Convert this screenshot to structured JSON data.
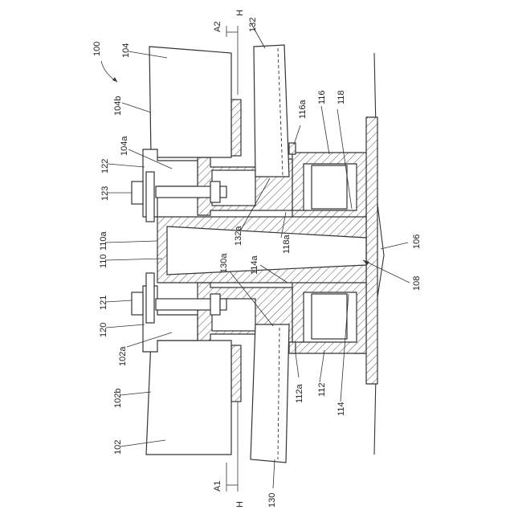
{
  "labels": {
    "l100": "100",
    "l102": "102",
    "l102a": "102a",
    "l102b": "102b",
    "l104": "104",
    "l104a": "104a",
    "l104b": "104b",
    "l106": "106",
    "l108": "108",
    "l110": "110",
    "l110a": "110a",
    "l112": "112",
    "l112a": "112a",
    "l114": "114",
    "l114a": "114a",
    "l116": "116",
    "l116a": "116a",
    "l118": "118",
    "l118a": "118a",
    "l120": "120",
    "l121": "121",
    "l122": "122",
    "l123": "123",
    "l130": "130",
    "l130a": "130a",
    "l132": "132",
    "l132a": "132a",
    "lA1": "A1",
    "lA2": "A2",
    "lH1": "H",
    "lH2": "H"
  }
}
